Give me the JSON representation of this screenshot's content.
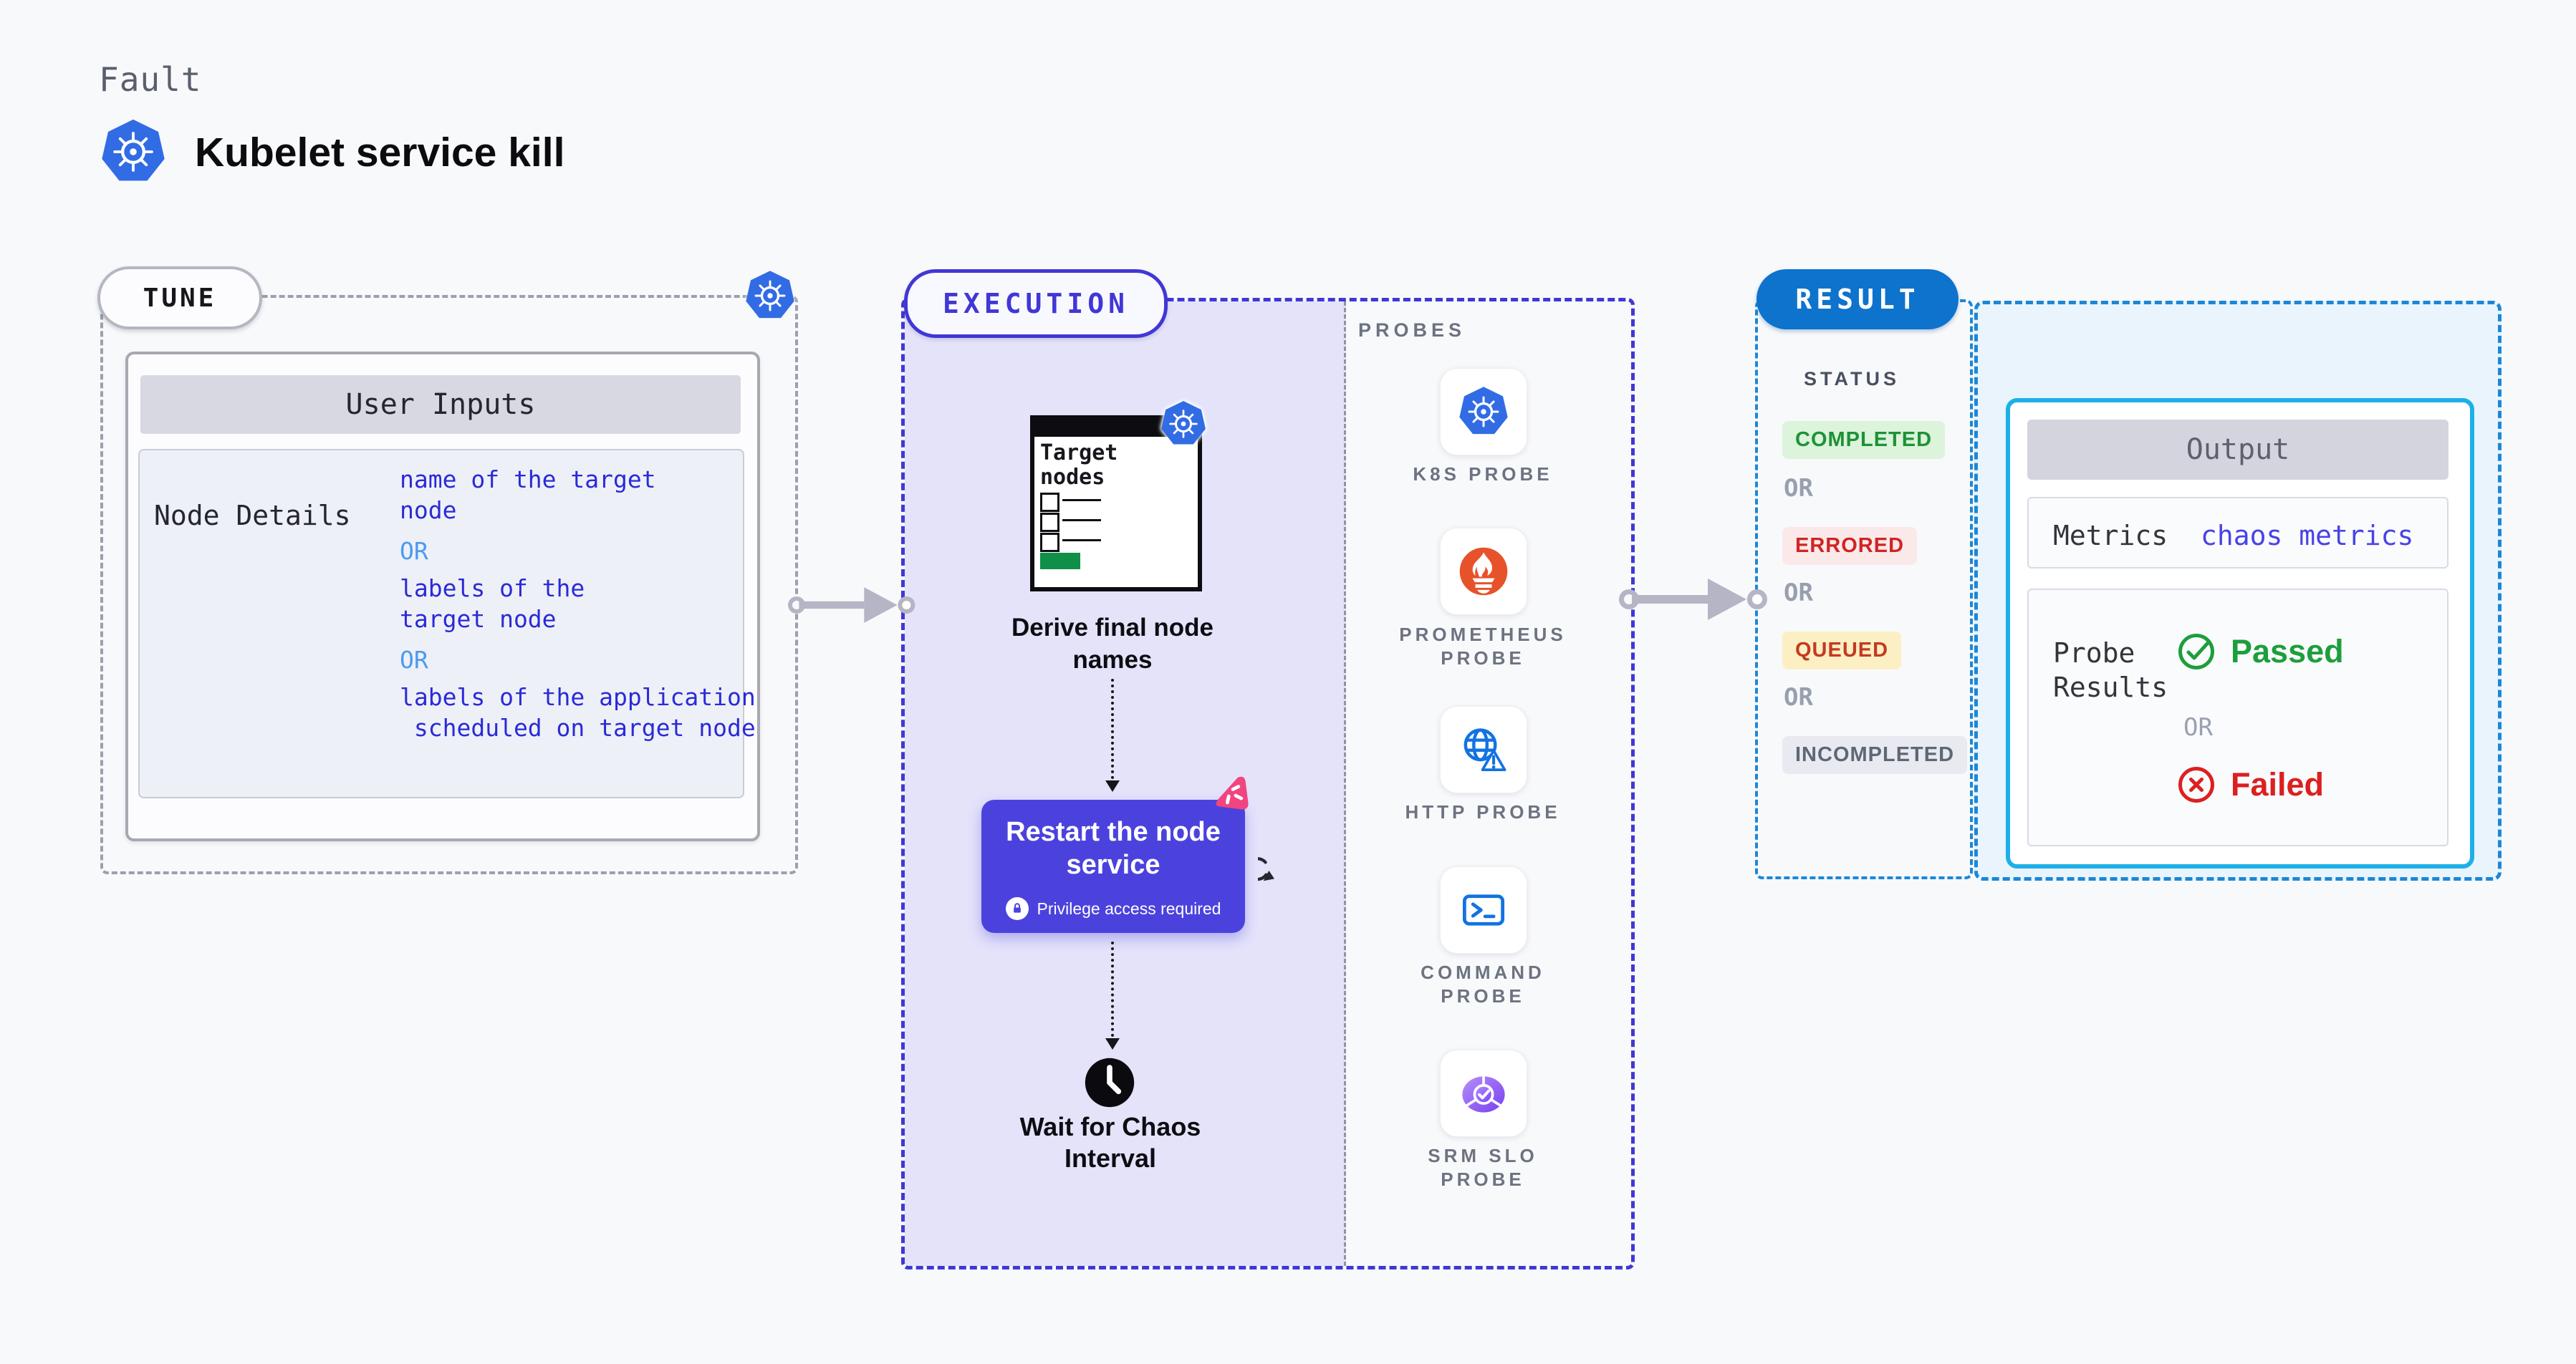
{
  "header": {
    "kicker": "Fault",
    "title": "Kubelet service kill"
  },
  "colors": {
    "background": "#f8f9fb",
    "k8s_blue": "#326ce5",
    "execution_indigo": "#4137d6",
    "execution_fill": "#e4e3fa",
    "restart_purple": "#4b42de",
    "result_blue": "#0d73cd",
    "result_dash_blue": "#1b87d8",
    "output_cyan": "#1db0e8",
    "output_fill": "#e9f4fc",
    "prometheus_orange": "#e7522b",
    "probe_blue": "#1273e0",
    "srm_purple": "#7a3ff0",
    "chaos_pink": "#f0457e",
    "passed_green": "#1d9e3c",
    "failed_red": "#dc2020",
    "value_blue": "#2a2ad8",
    "or_light_blue": "#4b9af0"
  },
  "icons": [
    "kubernetes-icon",
    "prometheus-icon",
    "http-globe-warning-icon",
    "command-terminal-icon",
    "srm-slo-pie-check-icon",
    "clock-icon",
    "loop-refresh-icon",
    "lock-icon",
    "chaos-pinwheel-icon",
    "check-circle-icon",
    "x-circle-icon",
    "flow-arrow-connector",
    "checklist-document-icon"
  ],
  "tune": {
    "pill": "TUNE",
    "card_title": "User Inputs",
    "row_label": "Node Details",
    "value_lines": [
      "name of the target",
      "node",
      "OR",
      "labels of the",
      "target node",
      "OR",
      "labels of the application",
      " scheduled on target node"
    ]
  },
  "execution": {
    "pill": "EXECUTION",
    "target_card_title": "Target nodes",
    "step_derive": "Derive final node names",
    "restart_title": "Restart the node service",
    "restart_badge": "Privilege access required",
    "step_wait": "Wait for Chaos Interval"
  },
  "probes": {
    "heading": "PROBES",
    "items": [
      {
        "label": "K8S PROBE",
        "icon": "kubernetes-icon"
      },
      {
        "label": "PROMETHEUS PROBE",
        "icon": "prometheus-icon"
      },
      {
        "label": "HTTP PROBE",
        "icon": "http-globe-warning-icon"
      },
      {
        "label": "COMMAND PROBE",
        "icon": "command-terminal-icon"
      },
      {
        "label": "SRM SLO PROBE",
        "icon": "srm-slo-pie-check-icon"
      }
    ]
  },
  "result": {
    "pill": "RESULT",
    "status_heading": "STATUS",
    "or_label": "OR",
    "statuses": [
      "COMPLETED",
      "ERRORED",
      "QUEUED",
      "INCOMPLETED"
    ],
    "output": {
      "title": "Output",
      "metrics_label": "Metrics",
      "metrics_value": "chaos metrics",
      "probe_results_label": "Probe Results",
      "passed_label": "Passed",
      "or_label": "OR",
      "failed_label": "Failed"
    }
  }
}
